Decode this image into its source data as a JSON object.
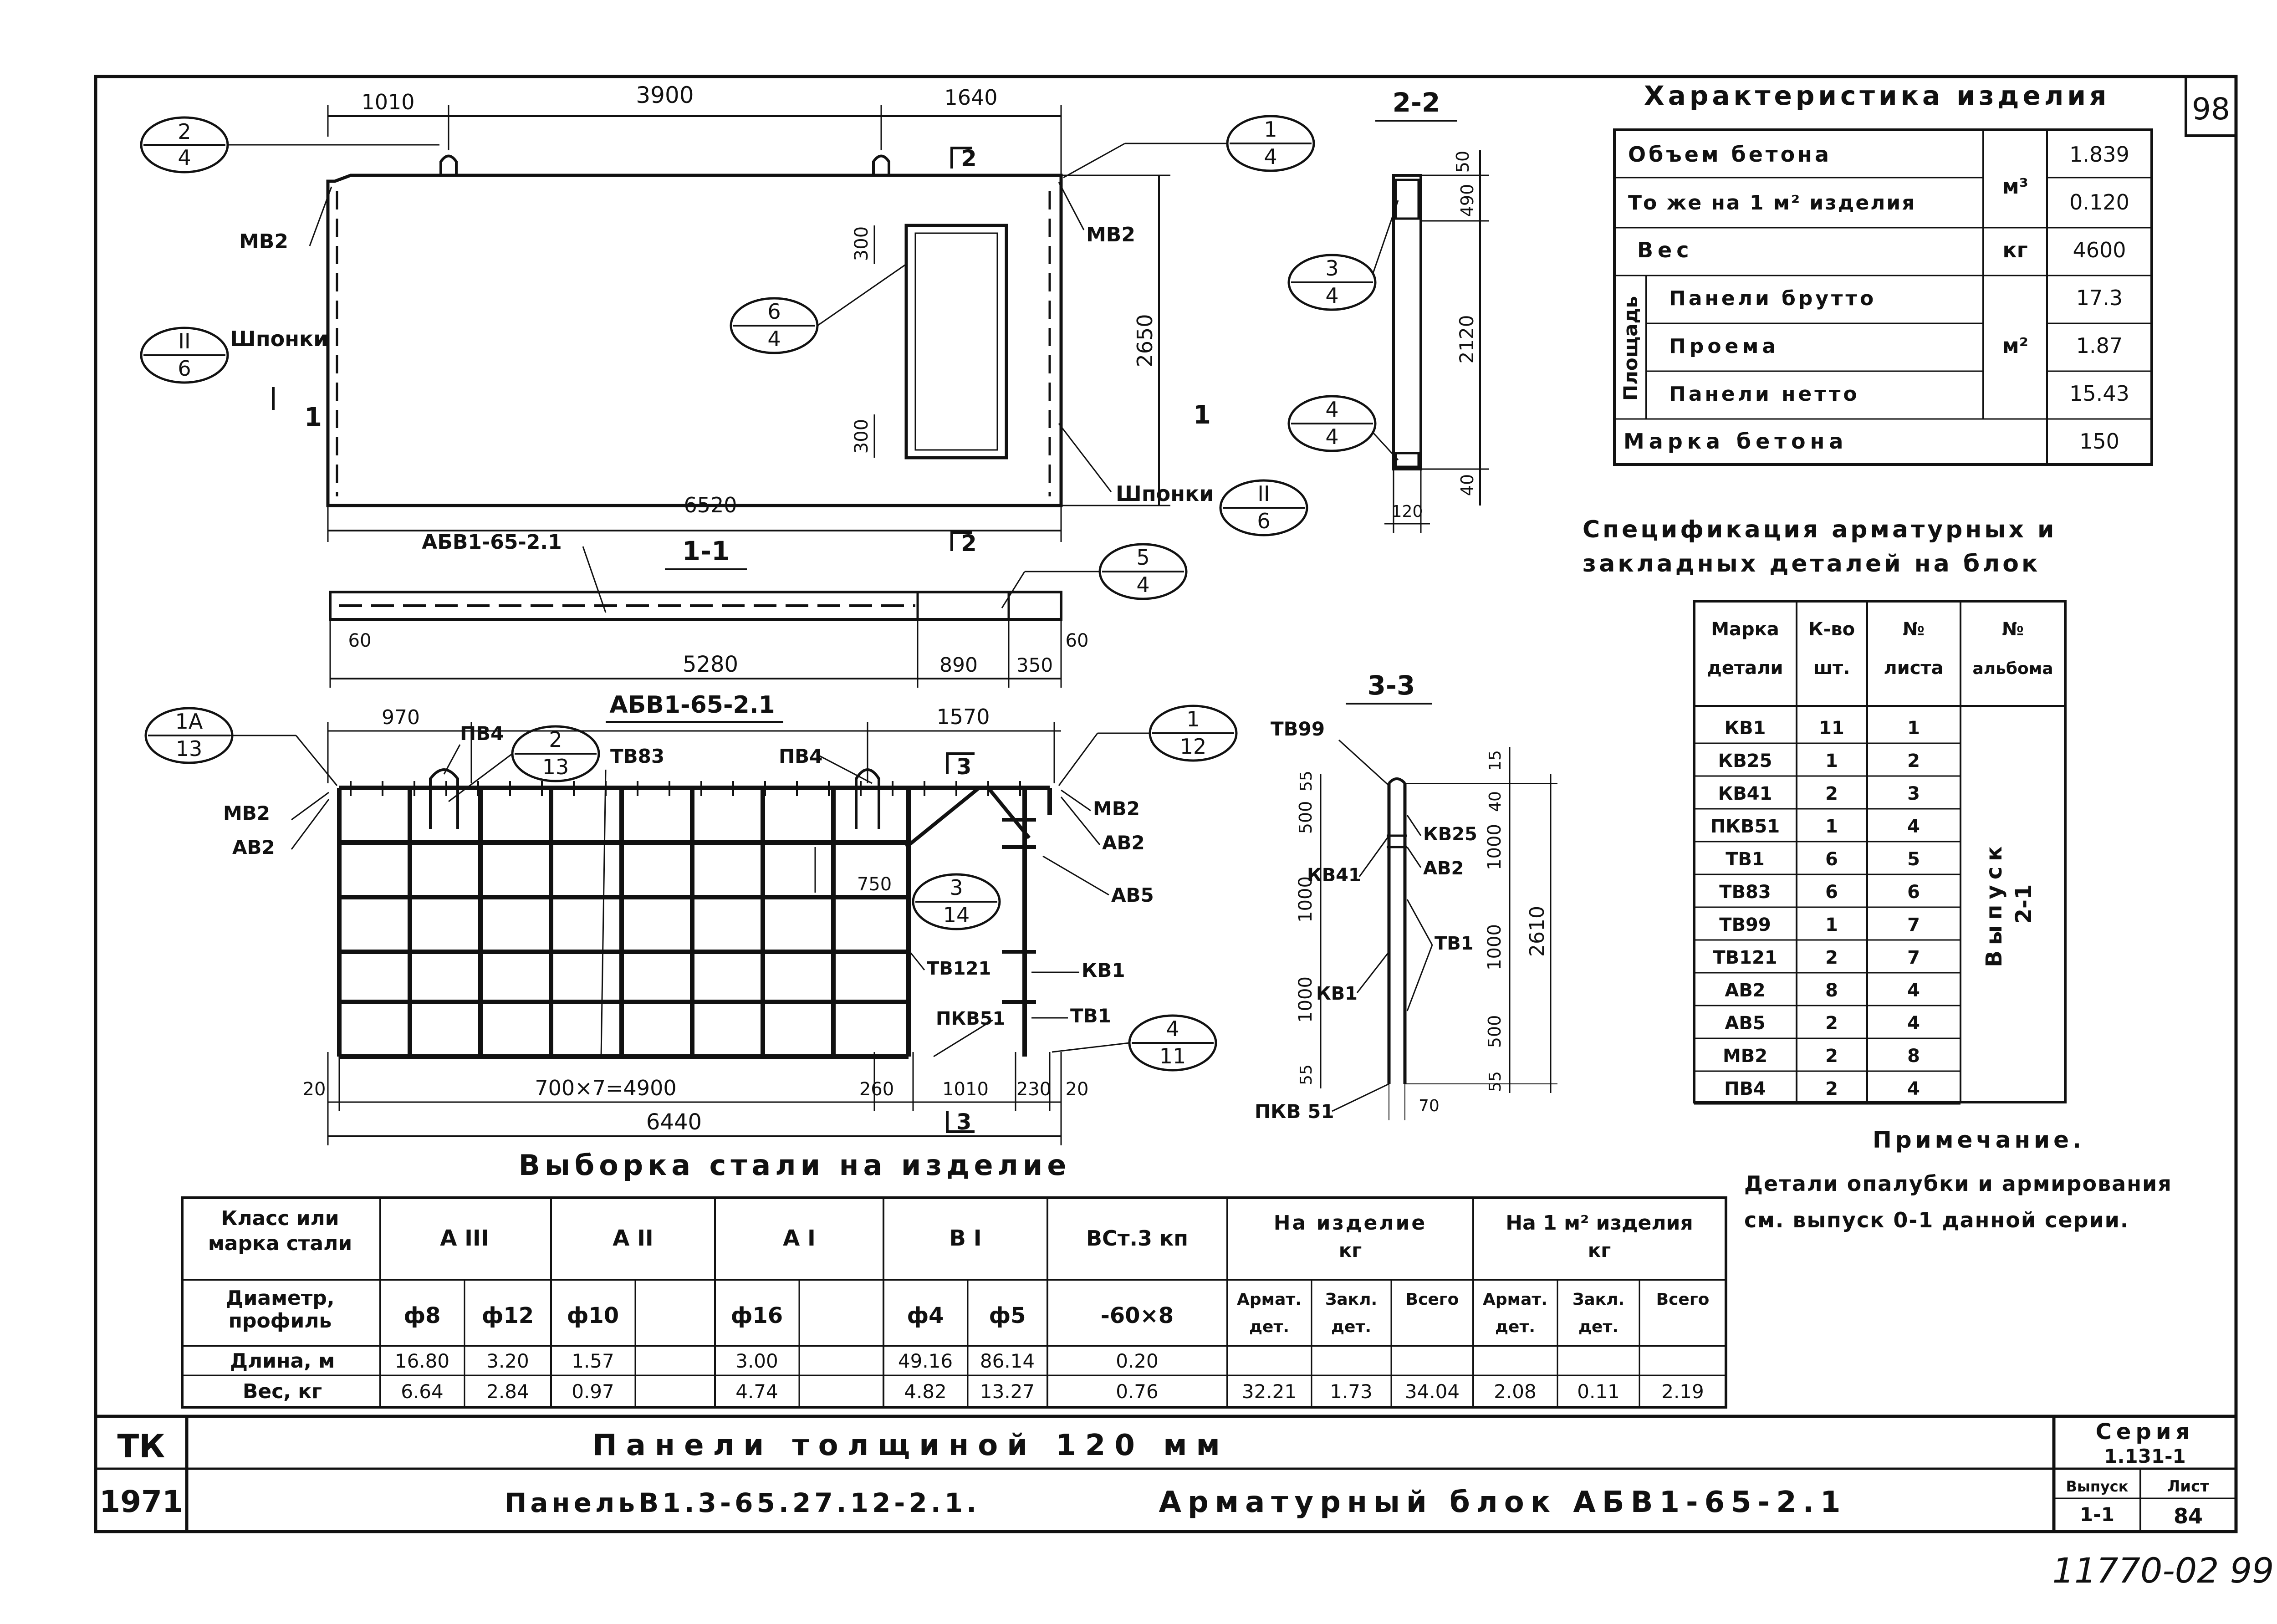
{
  "sheet": {
    "corner_no": "98",
    "handwritten_no": "11770-02 99",
    "title_block": {
      "org": "ТК",
      "year": "1971",
      "line1": "Панели толщиной 120 мм",
      "line2_left": "ПанельВ1.3-65.27.12-2.1.",
      "line2_right": "Арматурный блок АБВ1-65-2.1",
      "series_label": "Серия",
      "series_value": "1.131-1",
      "issue_label": "Выпуск",
      "issue_value": "1-1",
      "sheet_label": "Лист",
      "sheet_value": "84"
    }
  },
  "panel_view": {
    "dims_top": [
      "1010",
      "3900",
      "1640"
    ],
    "dim_bottom": "6520",
    "dim_height": "2650",
    "dim_open_top": "300",
    "dim_open_bottom": "300",
    "label_mv2_left": "МВ2",
    "label_mv2_right": "МВ2",
    "label_keys_left": "Шпонки",
    "label_keys_right": "Шпонки",
    "section_1_left": "1",
    "section_1_right": "1",
    "section_2_top": "2",
    "section_2_bottom": "2",
    "callouts": [
      {
        "top": "2",
        "bottom": "4"
      },
      {
        "top": "1",
        "bottom": "4"
      },
      {
        "top": "II",
        "bottom": "6"
      },
      {
        "top": "6",
        "bottom": "4"
      },
      {
        "top": "II",
        "bottom": "6"
      }
    ]
  },
  "section_1_1": {
    "title": "1-1",
    "label_block": "АБВ1-65-2.1",
    "dims": [
      "60",
      "5280",
      "890",
      "350",
      "60"
    ],
    "callout": {
      "top": "5",
      "bottom": "4"
    }
  },
  "section_2_2": {
    "title": "2-2",
    "dims": [
      "50",
      "490",
      "2120",
      "40",
      "120"
    ],
    "callouts": [
      {
        "top": "3",
        "bottom": "4"
      },
      {
        "top": "4",
        "bottom": "4"
      }
    ]
  },
  "rebar_view": {
    "title": "АБВ1-65-2.1",
    "dims_top": [
      "970",
      "1570"
    ],
    "dims_bottom": [
      "20",
      "700×7=4900",
      "260",
      "1010",
      "230",
      "20"
    ],
    "dim_total": "6440",
    "dim_750": "750",
    "section_3_top": "3",
    "section_3_bottom": "3",
    "labels": {
      "pv4_a": "ПВ4",
      "tv83": "ТВ83",
      "pv4_b": "ПВ4",
      "mv2_l": "МВ2",
      "av2_l": "АВ2",
      "mv2_r": "МВ2",
      "av2_r": "АВ2",
      "av5": "АВ5",
      "tv121": "ТВ121",
      "kv1": "КВ1",
      "pkv51": "ПКВ51",
      "tv1": "ТВ1"
    },
    "callouts": [
      {
        "top": "1А",
        "bottom": "13"
      },
      {
        "top": "2",
        "bottom": "13"
      },
      {
        "top": "1",
        "bottom": "12"
      },
      {
        "top": "3",
        "bottom": "14"
      },
      {
        "top": "4",
        "bottom": "11"
      }
    ]
  },
  "section_3_3": {
    "title": "3-3",
    "left_dims": [
      "55",
      "500",
      "1000",
      "1000",
      "55"
    ],
    "right_dims": [
      "15",
      "40",
      "1000",
      "1000",
      "500",
      "55"
    ],
    "total": "2610",
    "dim_70": "70",
    "labels": {
      "tv99": "ТВ99",
      "kv25": "КВ25",
      "kv41": "КВ41",
      "av2": "АВ2",
      "tv1": "ТВ1",
      "kv1": "КВ1",
      "pkv51": "ПКВ 51"
    }
  },
  "characteristics": {
    "title": "Характеристика изделия",
    "rows": [
      {
        "name": "Объем бетона",
        "unit": "м³",
        "value": "1.839"
      },
      {
        "name": "То же на 1 м² изделия",
        "unit": "",
        "value": "0.120"
      },
      {
        "name": "Вес",
        "unit": "кг",
        "value": "4600"
      },
      {
        "name": "Панели брутто",
        "unit": "",
        "value": "17.3"
      },
      {
        "name": "Проема",
        "unit": "м²",
        "value": "1.87"
      },
      {
        "name": "Панели нетто",
        "unit": "",
        "value": "15.43"
      },
      {
        "name": "Марка бетона",
        "unit": "",
        "value": "150"
      }
    ],
    "area_label": "Площадь"
  },
  "specification": {
    "title_line1": "Спецификация арматурных и",
    "title_line2": "закладных деталей на блок",
    "headers": {
      "mark_1": "Марка",
      "mark_2": "детали",
      "qty_1": "К-во",
      "qty_2": "шт.",
      "sheet_1": "№",
      "sheet_2": "листа",
      "album_1": "№",
      "album_2": "альбома"
    },
    "rows": [
      {
        "mark": "КВ1",
        "qty": "11",
        "sheet": "1"
      },
      {
        "mark": "КВ25",
        "qty": "1",
        "sheet": "2"
      },
      {
        "mark": "КВ41",
        "qty": "2",
        "sheet": "3"
      },
      {
        "mark": "ПКВ51",
        "qty": "1",
        "sheet": "4"
      },
      {
        "mark": "ТВ1",
        "qty": "6",
        "sheet": "5"
      },
      {
        "mark": "ТВ83",
        "qty": "6",
        "sheet": "6"
      },
      {
        "mark": "ТВ99",
        "qty": "1",
        "sheet": "7"
      },
      {
        "mark": "ТВ121",
        "qty": "2",
        "sheet": "7"
      },
      {
        "mark": "АВ2",
        "qty": "8",
        "sheet": "4"
      },
      {
        "mark": "АВ5",
        "qty": "2",
        "sheet": "4"
      },
      {
        "mark": "МВ2",
        "qty": "2",
        "sheet": "8"
      },
      {
        "mark": "ПВ4",
        "qty": "2",
        "sheet": "4"
      }
    ],
    "album_line1": "Выпуск",
    "album_line2": "2-1"
  },
  "note": {
    "title": "Примечание.",
    "line1": "Детали опалубки и армирования",
    "line2": "см. выпуск 0-1 данной серии."
  },
  "steel": {
    "title": "Выборка стали на изделие",
    "class_label_1": "Класс или",
    "class_label_2": "марка стали",
    "classes": [
      "А III",
      "А II",
      "А I",
      "В I",
      "ВСт.3 кп"
    ],
    "per_item_1": "На изделие",
    "per_item_2": "кг",
    "per_m2_1": "На 1 м² изделия",
    "per_m2_2": "кг",
    "diam_label_1": "Диаметр,",
    "diam_label_2": "профиль",
    "diams": [
      "ф8",
      "ф12",
      "ф10",
      "",
      "ф16",
      "",
      "ф4",
      "ф5",
      "-60×8"
    ],
    "sub_1": [
      "Армат.",
      "Закл.",
      "Всего",
      "Армат.",
      "Закл.",
      "Всего"
    ],
    "sub_2": [
      "дет.",
      "дет.",
      "",
      "дет.",
      "дет.",
      ""
    ],
    "length_label": "Длина, м",
    "lengths": [
      "16.80",
      "3.20",
      "1.57",
      "",
      "3.00",
      "",
      "49.16",
      "86.14",
      "0.20"
    ],
    "weight_label": "Вес, кг",
    "weights": [
      "6.64",
      "2.84",
      "0.97",
      "",
      "4.74",
      "",
      "4.82",
      "13.27",
      "0.76"
    ],
    "totals": [
      "32.21",
      "1.73",
      "34.04",
      "2.08",
      "0.11",
      "2.19"
    ]
  }
}
